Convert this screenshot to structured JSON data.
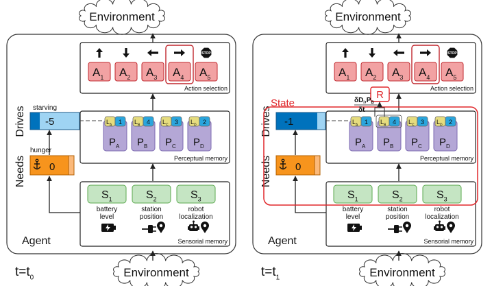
{
  "environment_label": "Environment",
  "agent_label": "Agent",
  "drives_label": "Drives",
  "needs_label": "Needs",
  "action_selection_label": "Action selection",
  "perceptual_memory_label": "Perceptual memory",
  "sensorial_memory_label": "Sensorial memory",
  "state_label": "State",
  "reward_label": "R",
  "derivative_label": {
    "num": "δD",
    "num_sub": "i",
    "num_sep": ",P",
    "num_sub2": "B",
    "den": "δt"
  },
  "colors": {
    "action_fill": "#f2a2a3",
    "action_border": "#c0272d",
    "percept_fill": "#b4a7d6",
    "percept_border": "#7b68b0",
    "sensor_fill": "#c5e5c3",
    "sensor_border": "#5aa84e",
    "drive_fill": "#0072bc",
    "drive_light": "#9fd4f3",
    "need_fill": "#f7941d",
    "need_light": "#fbb97a",
    "label_yellow": "#e6dc7e",
    "label_blue": "#2aa5dd",
    "state_red": "#e0262a"
  },
  "actions": [
    {
      "letter": "A",
      "sub": "1",
      "icon": "arrow-up-icon"
    },
    {
      "letter": "A",
      "sub": "2",
      "icon": "arrow-down-icon"
    },
    {
      "letter": "A",
      "sub": "3",
      "icon": "arrow-left-icon"
    },
    {
      "letter": "A",
      "sub": "4",
      "icon": "arrow-right-icon"
    },
    {
      "letter": "A",
      "sub": "5",
      "icon": "stop-icon"
    }
  ],
  "stop_text": "STOP",
  "sensors": [
    {
      "letter": "S",
      "sub": "1",
      "line1": "battery",
      "line2": "level",
      "icon": "battery-icon"
    },
    {
      "letter": "S",
      "sub": "2",
      "line1": "station",
      "line2": "position",
      "icon": "plug-location-icon"
    },
    {
      "letter": "S",
      "sub": "3",
      "line1": "robot",
      "line2": "localization",
      "icon": "robot-location-icon"
    }
  ],
  "panels": [
    {
      "time": "t=t",
      "time_sub": "0",
      "drive_value": "-5",
      "drive_caption": "starving",
      "need_value": "0",
      "need_caption": "hunger",
      "percepts": [
        {
          "letter": "P",
          "sub": "A",
          "label": "L",
          "label_sub": "A",
          "num": "1"
        },
        {
          "letter": "P",
          "sub": "B",
          "label": "L",
          "label_sub": "B",
          "num": "4"
        },
        {
          "letter": "P",
          "sub": "C",
          "label": "L",
          "label_sub": "C",
          "num": "3"
        },
        {
          "letter": "P",
          "sub": "D",
          "label": "L",
          "label_sub": "D",
          "num": "2"
        }
      ]
    },
    {
      "time": "t=t",
      "time_sub": "1",
      "drive_value": "-1",
      "drive_caption": "",
      "need_value": "0",
      "need_caption": "",
      "percepts": [
        {
          "letter": "P",
          "sub": "A",
          "label": "L",
          "label_sub": "A",
          "num": "1"
        },
        {
          "letter": "P",
          "sub": "B",
          "label": "L",
          "label_sub": "B",
          "num": "4"
        },
        {
          "letter": "P",
          "sub": "C",
          "label": "L",
          "label_sub": "C",
          "num": "3"
        },
        {
          "letter": "P",
          "sub": "D",
          "label": "L",
          "label_sub": "D",
          "num": "2"
        }
      ]
    }
  ]
}
